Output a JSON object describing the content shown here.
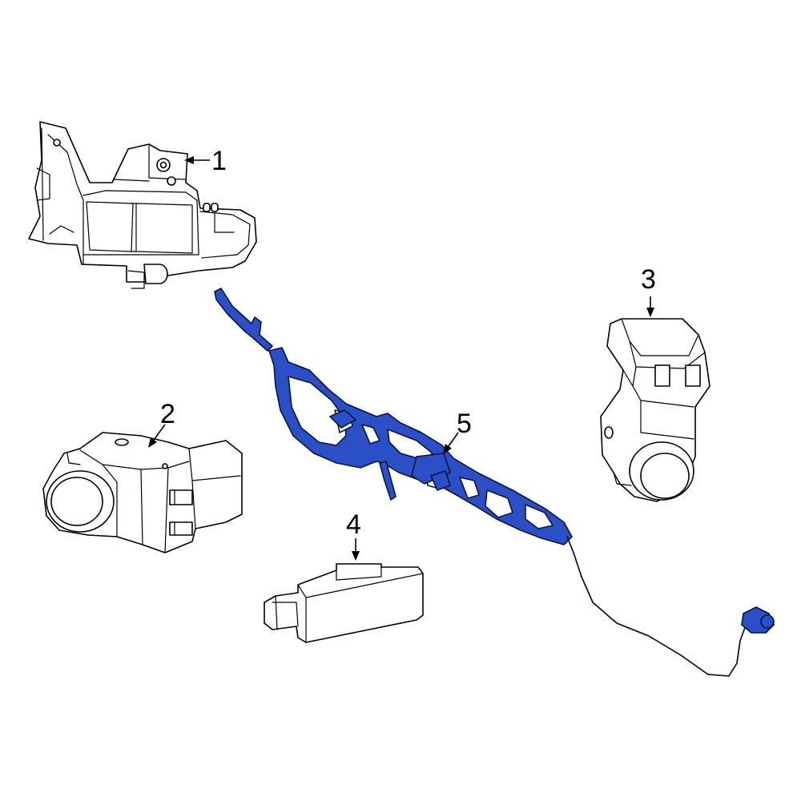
{
  "callouts": [
    {
      "id": "1",
      "label": "1",
      "part": "sensor-bracket"
    },
    {
      "id": "2",
      "label": "2",
      "part": "park-sensor-left"
    },
    {
      "id": "3",
      "label": "3",
      "part": "park-sensor-right"
    },
    {
      "id": "4",
      "label": "4",
      "part": "control-module"
    },
    {
      "id": "5",
      "label": "5",
      "part": "wire-harness"
    }
  ],
  "colors": {
    "highlight": "#2b4fc7",
    "highlight_outline": "#0a1440",
    "line": "#000000",
    "background": "#ffffff"
  }
}
